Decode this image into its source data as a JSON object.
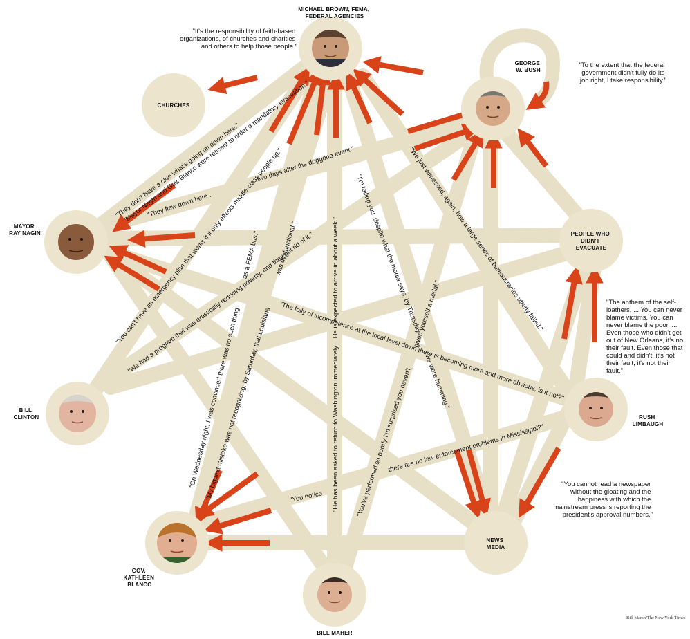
{
  "diagram": {
    "credit": "Bill Marsh/The New York Times",
    "colors": {
      "band": "#e7dfc6",
      "node": "#ece4cc",
      "arrow": "#d9431a",
      "text": "#111111"
    },
    "nodes": {
      "brown": {
        "label_lines": [
          "MICHAEL BROWN, FEMA,",
          "FEDERAL AGENCIES"
        ],
        "icon": "portrait"
      },
      "bush": {
        "label_lines": [
          "GEORGE",
          "W. BUSH"
        ],
        "icon": "portrait"
      },
      "churches": {
        "label_lines": [
          "CHURCHES"
        ],
        "icon": ""
      },
      "nagin": {
        "label_lines": [
          "MAYOR",
          "RAY NAGIN"
        ],
        "icon": "portrait"
      },
      "evac": {
        "label_lines": [
          "PEOPLE WHO",
          "DIDN'T",
          "EVACUATE"
        ],
        "icon": ""
      },
      "clinton": {
        "label_lines": [
          "BILL",
          "CLINTON"
        ],
        "icon": "portrait"
      },
      "limbaugh": {
        "label_lines": [
          "RUSH",
          "LIMBAUGH"
        ],
        "icon": "portrait"
      },
      "blanco": {
        "label_lines": [
          "GOV.",
          "KATHLEEN",
          "BLANCO"
        ],
        "icon": "portrait"
      },
      "media": {
        "label_lines": [
          "NEWS",
          "MEDIA"
        ],
        "icon": ""
      },
      "maher": {
        "label_lines": [
          "BILL MAHER"
        ],
        "icon": "portrait"
      }
    },
    "side_quotes": {
      "brown": [
        "\"It's the responsibility of faith-based",
        "organizations, of churches and charities",
        "and others to help those people.\""
      ],
      "bush": [
        "\"To the extent that the federal",
        "government didn't fully do its",
        "job right, I take responsibility.\""
      ],
      "limbaugh_evac": [
        "\"The anthem of the self-",
        "loathers. ... You can never",
        "blame victims. You can",
        "never blame the poor. ...",
        "Even those who didn't get",
        "out of New Orleans, it's no",
        "their fault. Even those that",
        "could and didn't, it's not",
        "their fault, it's not their",
        "fault.\""
      ],
      "limbaugh_media": [
        "\"You cannot read a newspaper",
        "without the gloating and the",
        "happiness with which the",
        "mainstream press is reporting the",
        "president's approval numbers.\""
      ]
    },
    "path_quotes": [
      "\"They don't have a clue what's going on down here.\"",
      "\"Mayor Nagin and Gov. Blanco were reticent to order a mandatory evacuation.\"",
      "two days after the doggone event.\"",
      "\"They flew down here ...",
      "\"You can't have an emergency plan that works if it only affects middle-class people up.\"",
      "\"We had a program that was drastically reducing poverty, and they got rid of it.\"",
      "\"On Wednesday night, I was convinced there was no such thing",
      "as a FEMA bus.\"",
      "\"My biggest mistake was not recognizing, by Saturday, that Louisiana",
      "was dysfunctional.\"",
      "\"He has been asked to return to Washington immediately.",
      "He is expected to arrive in about a week.\"",
      "\"I'm telling you, despite what the media says, by Thursday",
      "we were humming.\"",
      "\"You've performed so poorly I'm surprised you haven't",
      "given yourself a medal.\"",
      "\"We just witnessed, again, how a large series of bureaucracies utterly failed.\"",
      "\"The folly of incompetence at the local level down there is becoming more and more obvious, is it not?\"",
      "\"You notice",
      "there are no law enforcement problems in Mississippi?\""
    ]
  }
}
